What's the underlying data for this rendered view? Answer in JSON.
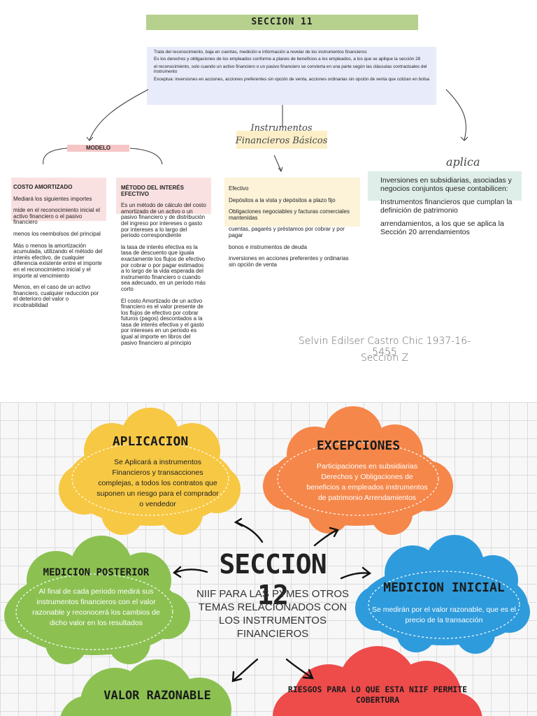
{
  "top": {
    "title": "SECCION 11",
    "intro": [
      "Trata del reconocimiento, baja en cuentas, medición e información a revelar de los instrumentos financieros",
      "Es los derechos y obligaciones de los empleados conforme a planes de beneficios a los empleados, a los que se aplique la sección 28",
      "el reconocimiento, solo cuando un activo financiero o un pasivo financiero se convierta en una parte según las cláusulas contractuales del instrumento",
      "Exceptua: inversiones en acciones, acciones preferentes sin opción de venta, acciones ordinarias sin opción de venta que cotizan en bolsa"
    ],
    "modelo_label": "MODELO",
    "instrumentos_label": "Instrumentos Financieros Básicos",
    "aplica_label": "aplica",
    "costo": {
      "title": "COSTO AMORTIZADO",
      "items": [
        "Mediará los siguientes importes",
        "mide en el reconocimiento inicial el activo financiero o el pasivo financiero",
        "menos los reembolsos del principal",
        "Más o menos la amortización acumulada, utilizando el método del interés efectivo, de cualquier diferencia existente entre el importe en el reconocimietno inicial y el importe al vencimiento",
        "Menos, en el caso de un activo financiero, cualquier reducción por el deterioro del valor o incobrabilidad"
      ]
    },
    "metodo": {
      "title": "MÉTODO DEL INTERÉS EFECTIVO",
      "items": [
        "Es un método de cálculo del costo amortizado de un activo o un pasivo financiero y de distribución del ingreso por intereses o gasto por intereses a lo largo del periodo correspondiente",
        "la tasa de interés efectiva es la tasa de descuento que iguala exactamente los flujos de efectivo por cobrar o por pagar estimados a lo largo de la vida esperada del instrumento financiero o cuando sea adecuado, en un periodo más corto",
        "El costo Amortizado de un activo financiero es el valor presente de los flujos de efectivo por cobrar futuros (pagos) descontados a la tasa de interés efectiva y el gasto por intereses en un periodo es igual al importe en libros del pasivo financiero al principio"
      ]
    },
    "instrumentos": {
      "items": [
        "Efectivo",
        "Depósitos a la vista y depósitos a plazo fijo",
        "Obligaciones negociables y facturas comerciales mantenidas",
        "cuentas, pagarés y préstamos por cobrar y por pagar",
        "bonos e instrumentos de deuda",
        "inversiones en acciones preferentes y ordinarias sin opción de venta"
      ]
    },
    "aplica": {
      "items": [
        "Inversiones en subsidiarias, asociadas y negocios conjuntos quese contabilicen:",
        "Instrumentos financieros que cumplan la definición de patrimonio",
        "arrendamientos, a los que se aplica la Sección 20 arrendamientos"
      ]
    },
    "author": "Selvin Edilser Castro Chic 1937-16-5455",
    "section": "Sección Z"
  },
  "bottom": {
    "center_title": "SECCION 12",
    "center_sub": "NIIF PARA LAS PYMES OTROS TEMAS RELACIONADOS CON LOS INSTRUMENTOS FINANCIEROS",
    "aplicacion": {
      "title": "APLICACION",
      "text": "Se Aplicará a instrumentos Financieros y transacciones complejas, a todos los contratos que suponen un riesgo para el comprador o vendedor"
    },
    "excepciones": {
      "title": "EXCEPCIONES",
      "text": "Participaciones en subsidiarias Derechos y Obligaciones de beneficios a empleados instrumentos de patrimonio Arrendamientos"
    },
    "medicion_posterior": {
      "title": "MEDICION POSTERIOR",
      "text": "Al final de cada periodo medirá sus instrumentos financieros con el valor razonable y reconocerá los cambios de dicho valor en los resultados"
    },
    "medicion_inicial": {
      "title": "MEDICION INICIAL",
      "text": "Se medirán por el valor razonable, que es el precio de la transacción"
    },
    "valor_razonable": {
      "title": "VALOR RAZONABLE"
    },
    "riesgos": {
      "title": "RIESGOS PARA LO QUE ESTA NIIF PERMITE COBERTURA"
    }
  },
  "colors": {
    "title_green": "#b6d08e",
    "yellow_cloud": "#f7c843",
    "orange_cloud": "#f5874a",
    "green_cloud": "#8cc152",
    "blue_cloud": "#2e9bdc",
    "red_cloud": "#ee4b4b"
  }
}
